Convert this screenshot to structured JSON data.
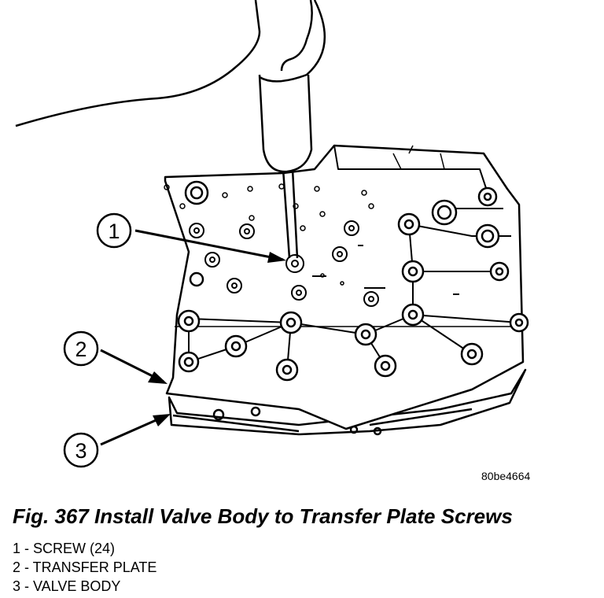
{
  "callouts": [
    "1",
    "2",
    "3"
  ],
  "image_id": "80be4664",
  "caption": "Fig. 367 Install Valve Body to Transfer Plate Screws",
  "legend": [
    "1 - SCREW (24)",
    "2 - TRANSFER PLATE",
    "3 - VALVE BODY"
  ]
}
